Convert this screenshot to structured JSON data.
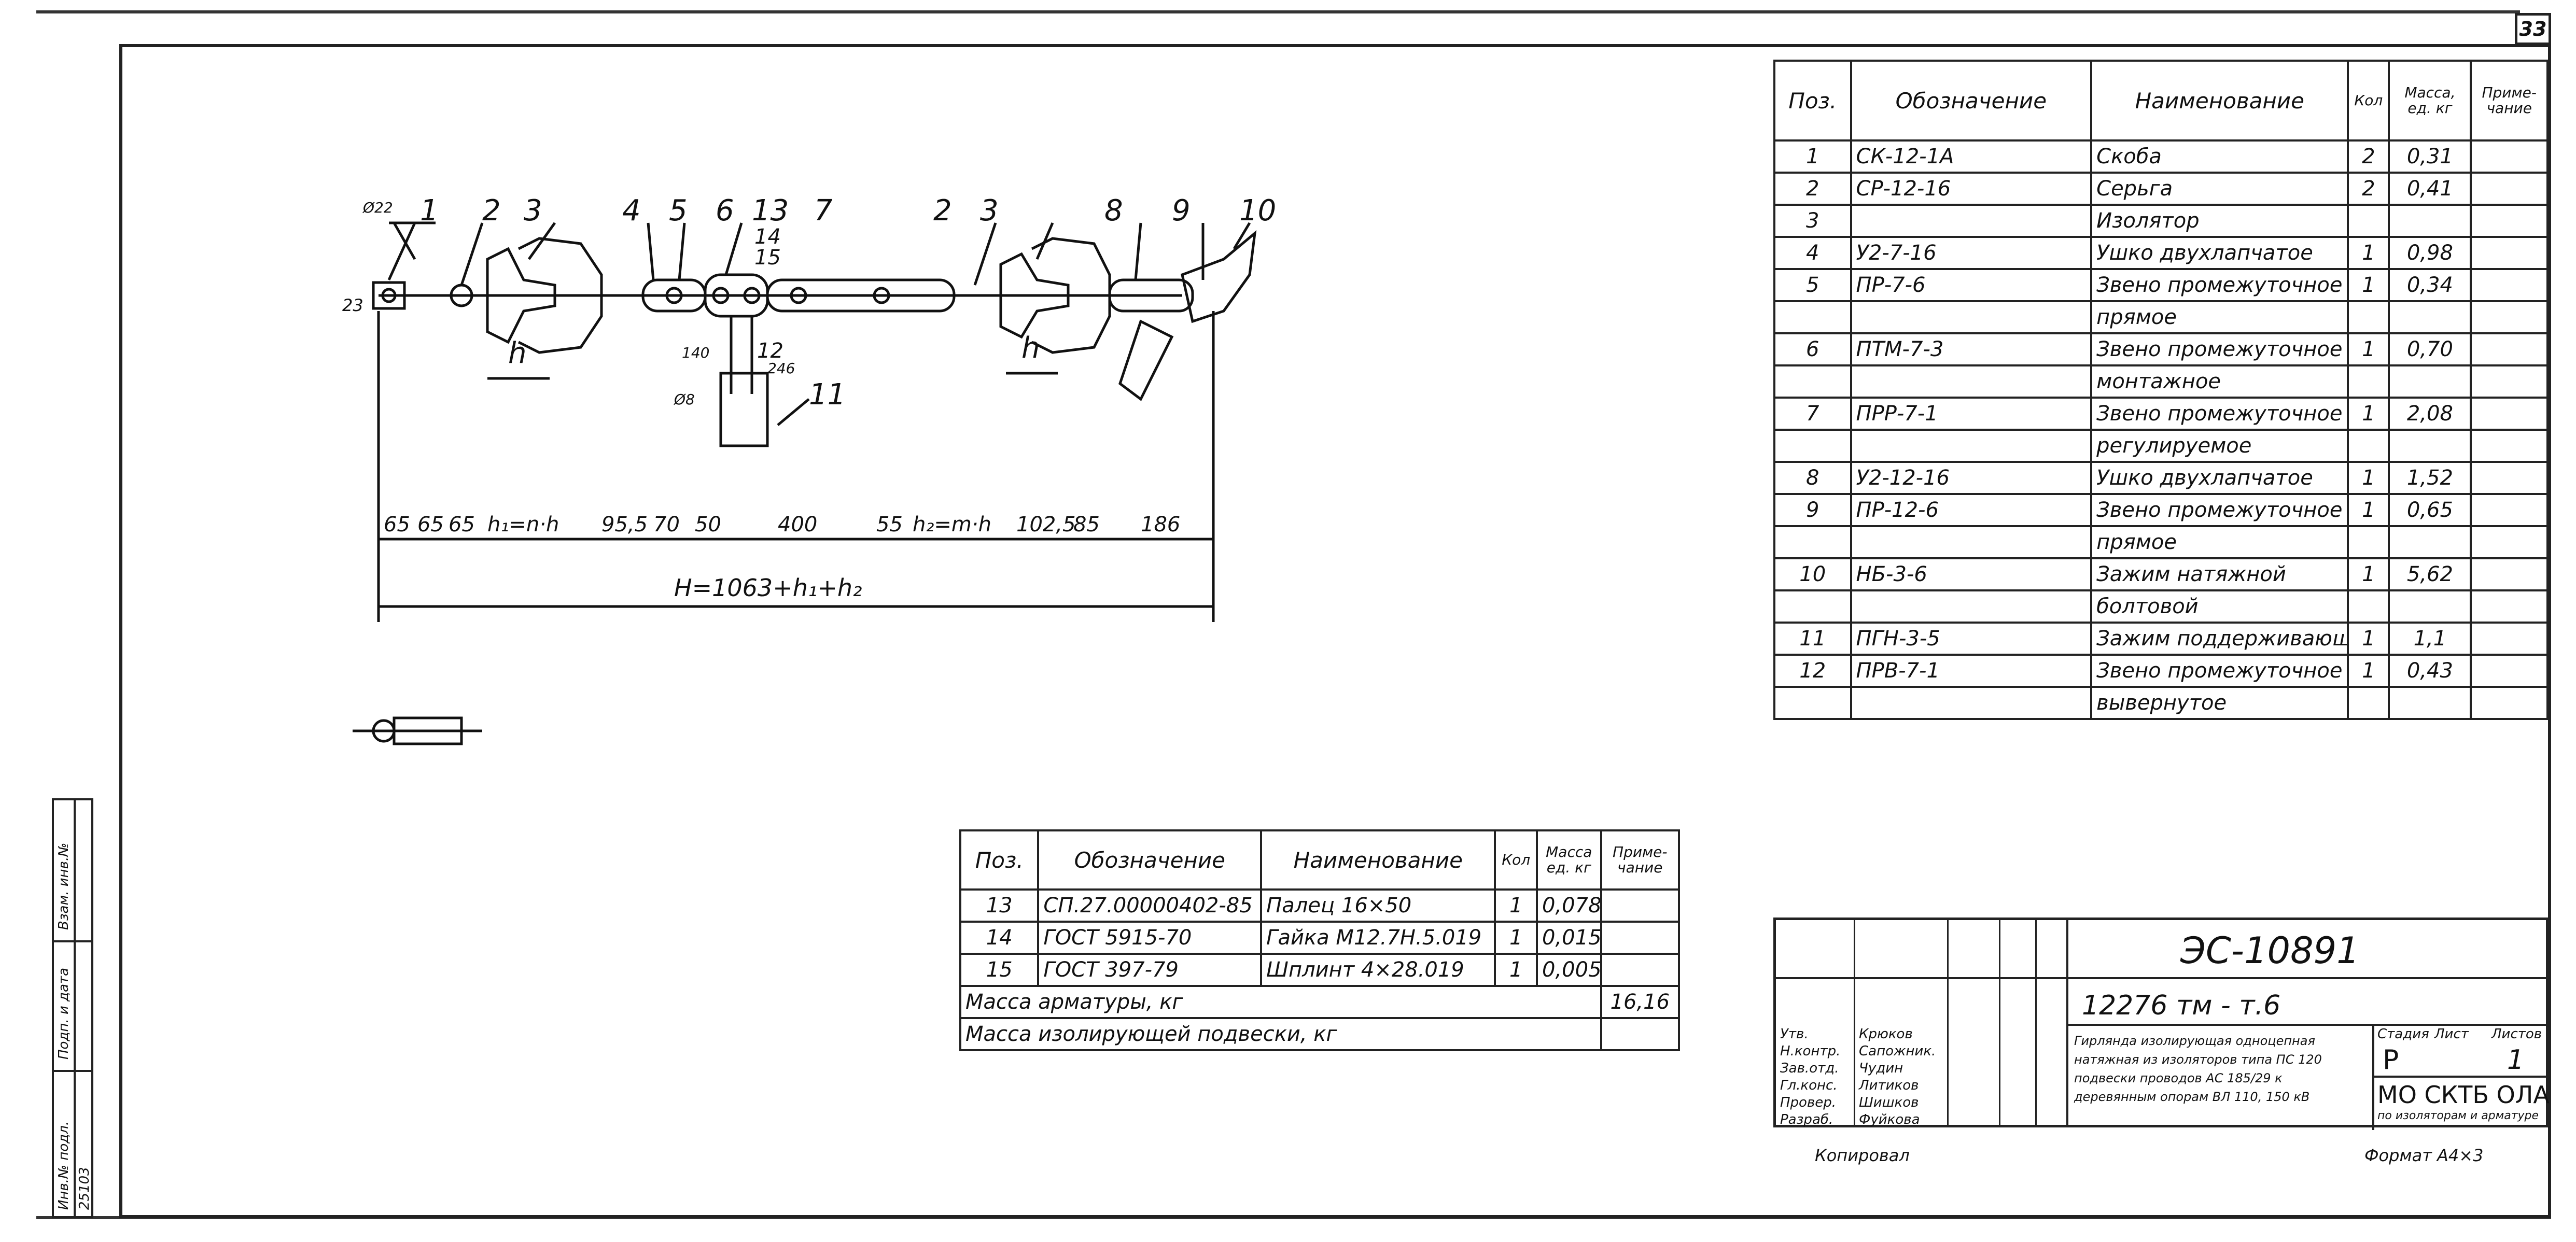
{
  "page_number": "33",
  "drawing": {
    "callouts": [
      "1",
      "2",
      "3",
      "4",
      "5",
      "6",
      "13",
      "14",
      "15",
      "7",
      "2",
      "3",
      "8",
      "9",
      "10",
      "11",
      "12"
    ],
    "dims_bottom": [
      "65",
      "65",
      "65",
      "h₁=n·h",
      "95,5",
      "70",
      "50",
      "400",
      "55",
      "h₂=m·h",
      "102,5",
      "85",
      "186"
    ],
    "total_dim": "H=1063+h₁+h₂",
    "h_label": "h",
    "small_dims": [
      "23",
      "Ø22",
      "Ø8",
      "140",
      "246"
    ]
  },
  "main_table": {
    "headers": [
      "Поз.",
      "Обозначение",
      "Наименование",
      "Кол",
      "Масса, ед. кг",
      "Приме- чание"
    ],
    "rows": [
      [
        "1",
        "СК-12-1А",
        "Скоба",
        "2",
        "0,31",
        ""
      ],
      [
        "2",
        "СР-12-16",
        "Серьга",
        "2",
        "0,41",
        ""
      ],
      [
        "3",
        "",
        "Изолятор",
        "",
        "",
        ""
      ],
      [
        "4",
        "У2-7-16",
        "Ушко двухлапчатое",
        "1",
        "0,98",
        ""
      ],
      [
        "5",
        "ПР-7-6",
        "Звено промежуточное",
        "1",
        "0,34",
        ""
      ],
      [
        "",
        "",
        "прямое",
        "",
        "",
        ""
      ],
      [
        "6",
        "ПТМ-7-3",
        "Звено промежуточное",
        "1",
        "0,70",
        ""
      ],
      [
        "",
        "",
        "монтажное",
        "",
        "",
        ""
      ],
      [
        "7",
        "ПРР-7-1",
        "Звено промежуточное",
        "1",
        "2,08",
        ""
      ],
      [
        "",
        "",
        "регулируемое",
        "",
        "",
        ""
      ],
      [
        "8",
        "У2-12-16",
        "Ушко двухлапчатое",
        "1",
        "1,52",
        ""
      ],
      [
        "9",
        "ПР-12-6",
        "Звено промежуточное",
        "1",
        "0,65",
        ""
      ],
      [
        "",
        "",
        "прямое",
        "",
        "",
        ""
      ],
      [
        "10",
        "НБ-3-6",
        "Зажим натяжной",
        "1",
        "5,62",
        ""
      ],
      [
        "",
        "",
        "болтовой",
        "",
        "",
        ""
      ],
      [
        "11",
        "ПГН-3-5",
        "Зажим поддерживающий",
        "1",
        "1,1",
        ""
      ],
      [
        "12",
        "ПРВ-7-1",
        "Звено промежуточное",
        "1",
        "0,43",
        ""
      ],
      [
        "",
        "",
        "вывернутое",
        "",
        "",
        ""
      ]
    ]
  },
  "small_table": {
    "headers": [
      "Поз.",
      "Обозначение",
      "Наименование",
      "Кол",
      "Масса ед. кг",
      "Приме- чание"
    ],
    "rows": [
      [
        "13",
        "СП.27.00000402-85",
        "Палец 16×50",
        "1",
        "0,078",
        ""
      ],
      [
        "14",
        "ГОСТ 5915-70",
        "Гайка М12.7Н.5.019",
        "1",
        "0,015",
        ""
      ],
      [
        "15",
        "ГОСТ 397-79",
        "Шплинт 4×28.019",
        "1",
        "0,005",
        ""
      ]
    ],
    "mass_fittings_label": "Масса арматуры, кг",
    "mass_fittings_value": "16,16",
    "mass_insulating_label": "Масса изолирующей подвески, кг"
  },
  "title_block": {
    "doc_code": "ЭС-10891",
    "sheet_code": "12276 тм - т.6",
    "description": "Гирлянда изолирующая одноцепная натяжная из изоляторов типа ПС 120 подвески проводов АС 185/29 к деревянным опорам ВЛ 110, 150 кВ",
    "stage_label": "Стадия",
    "stage_value": "Р",
    "sheet_label": "Лист",
    "sheets_label": "Листов",
    "sheets_value": "1",
    "org": "МО СКТБ ОЛА",
    "org_sub": "по изоляторам и арматуре",
    "roles": [
      "Утв.",
      "Н.контр.",
      "Зав.отд.",
      "Гл.конс.",
      "Провер.",
      "Разраб."
    ],
    "names": [
      "Крюков",
      "Сапожник.",
      "Чудин",
      "Литиков",
      "Шишков",
      "Фуйкова"
    ],
    "copied": "Копировал",
    "format": "Формат А4×3"
  },
  "side_strip": {
    "labels": [
      "Инв.№ подл.",
      "Подп. и дата",
      "Взам. инв.№"
    ],
    "inv": "25103"
  }
}
